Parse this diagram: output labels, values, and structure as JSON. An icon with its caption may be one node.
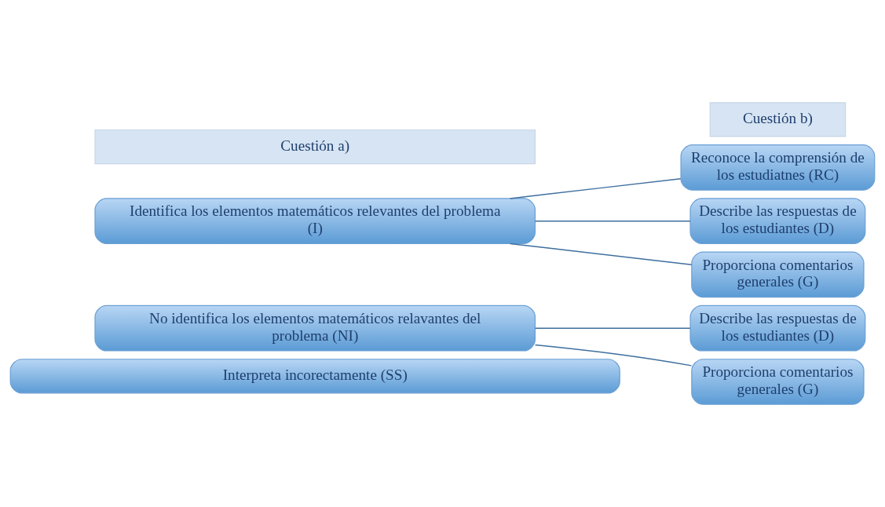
{
  "diagram": {
    "nodes": [
      {
        "text": [
          "Cuestión a)"
        ]
      },
      {
        "text": [
          "Cuestión b)"
        ]
      },
      {
        "text": [
          "Identifica los elementos matemáticos relevantes del problema (I)"
        ]
      },
      {
        "text": [
          "Reconoce la comprensión de los estudiatnes (RC)"
        ]
      },
      {
        "text": [
          "Describe las respuestas de los estudiantes (D)"
        ]
      },
      {
        "text": [
          "Proporciona comentarios generales (G)"
        ]
      },
      {
        "text": [
          "No identifica los elementos matemáticos relavantes del problema (NI)"
        ]
      },
      {
        "text": [
          "Describe las respuestas de los estudiantes (D)"
        ]
      },
      {
        "text": [
          "Proporciona comentarios generales (G)"
        ]
      },
      {
        "text": [
          "Interpreta incorectamente (SS)"
        ]
      }
    ],
    "edges": [
      {
        "from": 2,
        "to": 3,
        "arrow": "none"
      },
      {
        "from": 2,
        "to": 4,
        "arrow": "none"
      },
      {
        "from": 2,
        "to": 5,
        "arrow": "none"
      },
      {
        "from": 6,
        "to": 7,
        "arrow": "none"
      },
      {
        "from": 6,
        "to": 8,
        "arrow": "none"
      }
    ]
  }
}
